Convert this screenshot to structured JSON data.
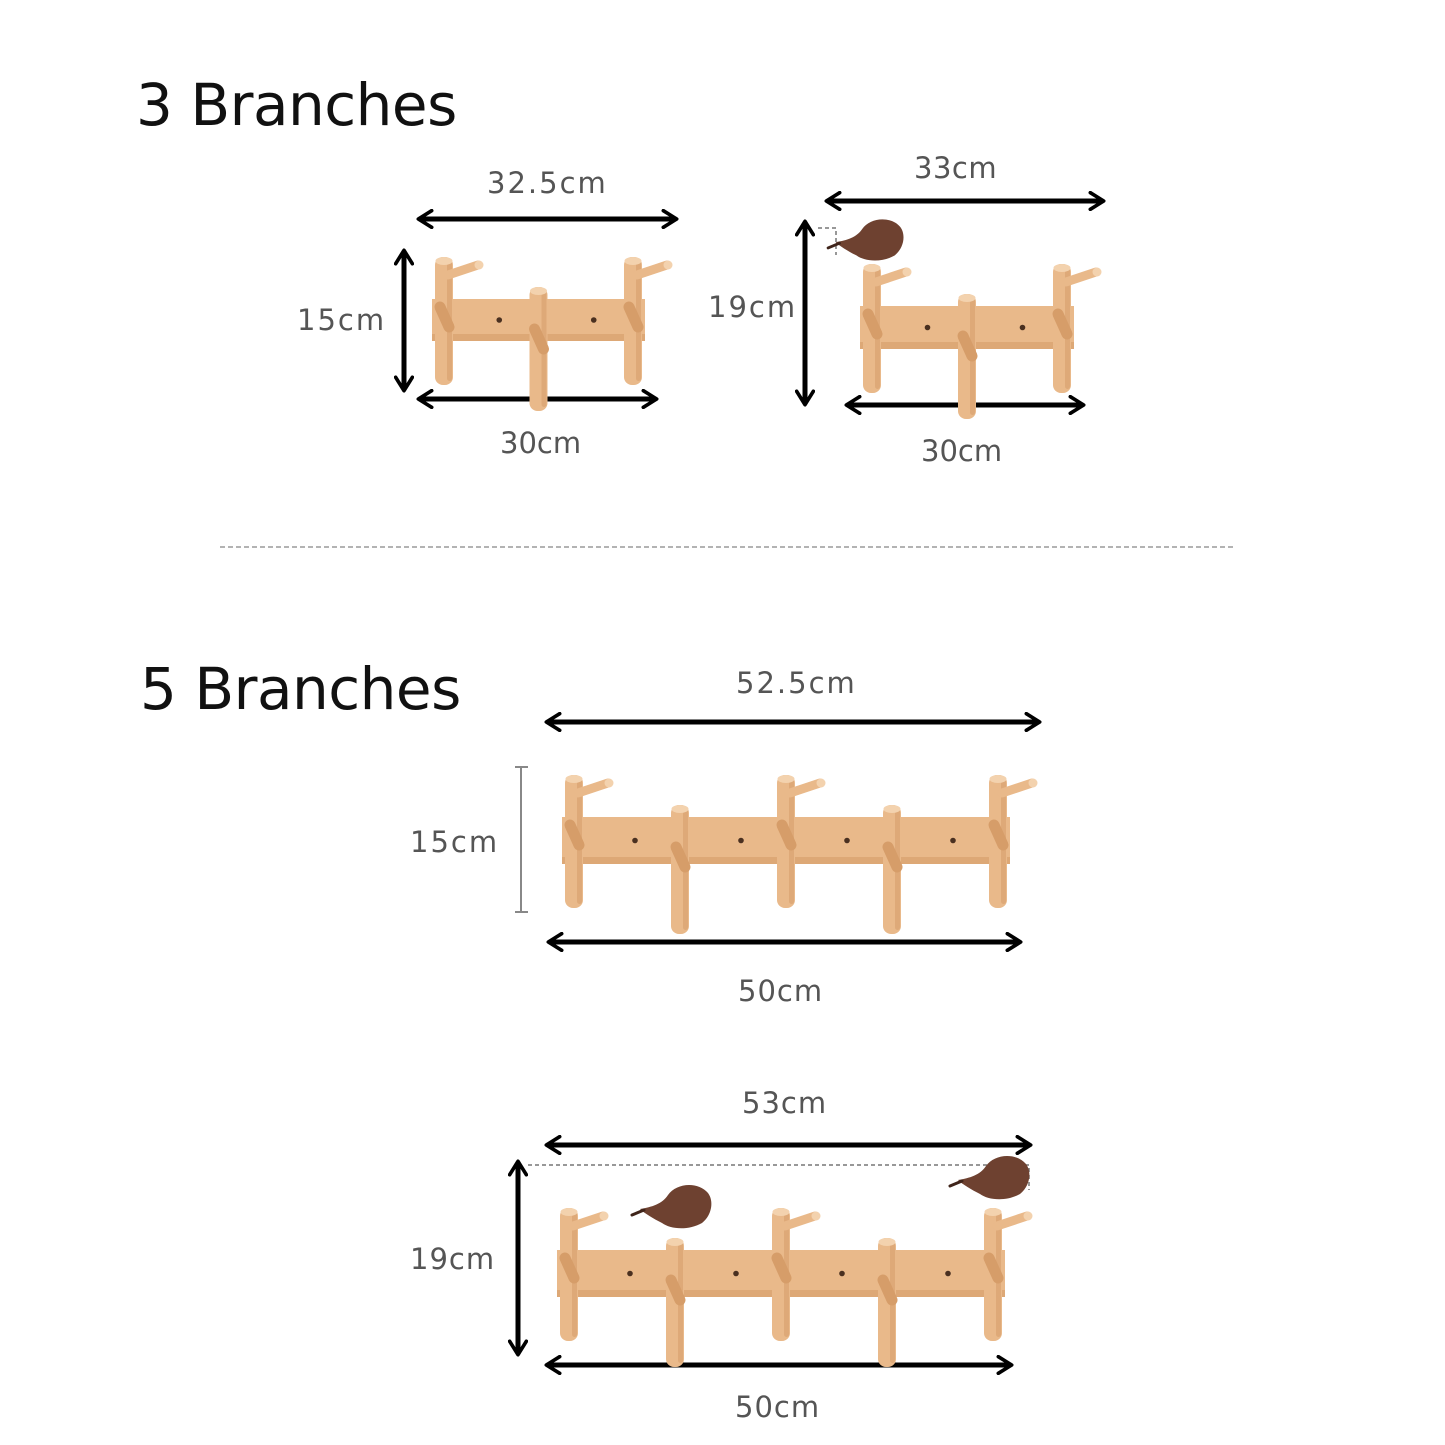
{
  "sections": [
    {
      "heading": "3 Branches",
      "variants": [
        {
          "top_width": "32.5cm",
          "height": "15cm",
          "bottom_width": "30cm",
          "hooks": 3,
          "birds": 0
        },
        {
          "top_width": "33cm",
          "height": "19cm",
          "bottom_width": "30cm",
          "hooks": 3,
          "birds": 1
        }
      ]
    },
    {
      "heading": "5 Branches",
      "variants": [
        {
          "top_width": "52.5cm",
          "height": "15cm",
          "bottom_width": "50cm",
          "hooks": 5,
          "birds": 0
        },
        {
          "top_width": "53cm",
          "height": "19cm",
          "bottom_width": "50cm",
          "hooks": 5,
          "birds": 2
        }
      ]
    }
  ],
  "colors": {
    "wood": "#e9b98a",
    "wood_shade": "#d69d69",
    "wood_light": "#f3d2ae",
    "bird": "#6e4130",
    "arrow": "#000000",
    "divider": "#9a9a9a"
  }
}
